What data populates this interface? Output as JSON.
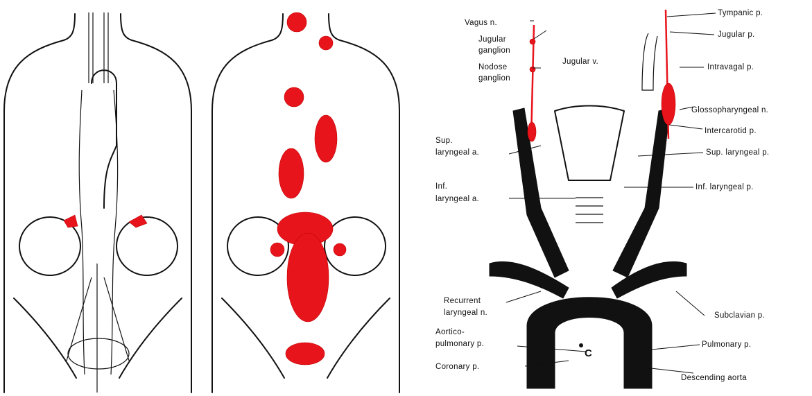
{
  "colors": {
    "paraganglia": "#e8141c",
    "ink": "#111111",
    "background": "#ffffff"
  },
  "labels": {
    "left": {
      "vagus_n": "Vagus n.",
      "jugular_ganglion": [
        "Jugular",
        "ganglion"
      ],
      "nodose_ganglion": [
        "Nodose",
        "ganglion"
      ],
      "jugular_v": "Jugular v.",
      "sup_laryngeal_a": [
        "Sup.",
        "laryngeal a."
      ],
      "inf_laryngeal_a": [
        "Inf.",
        "laryngeal a."
      ],
      "recurrent_laryngeal_n": [
        "Recurrent",
        "laryngeal n."
      ],
      "aortico_pulmonary_p": [
        "Aortico-",
        "pulmonary p."
      ],
      "coronary_p": "Coronary p."
    },
    "right": {
      "tympanic_p": "Tympanic p.",
      "jugular_p": "Jugular p.",
      "intravagal_p": "Intravagal p.",
      "glossopharyngeal_n": "Glossopharyngeal n.",
      "intercarotid_p": "Intercarotid p.",
      "sup_laryngeal_p": "Sup. laryngeal p.",
      "inf_laryngeal_p": "Inf. laryngeal p.",
      "subclavian_p": "Subclavian p.",
      "pulmonary_p": "Pulmonary p.",
      "descending_aorta": "Descending aorta"
    },
    "marker_c": "C"
  }
}
